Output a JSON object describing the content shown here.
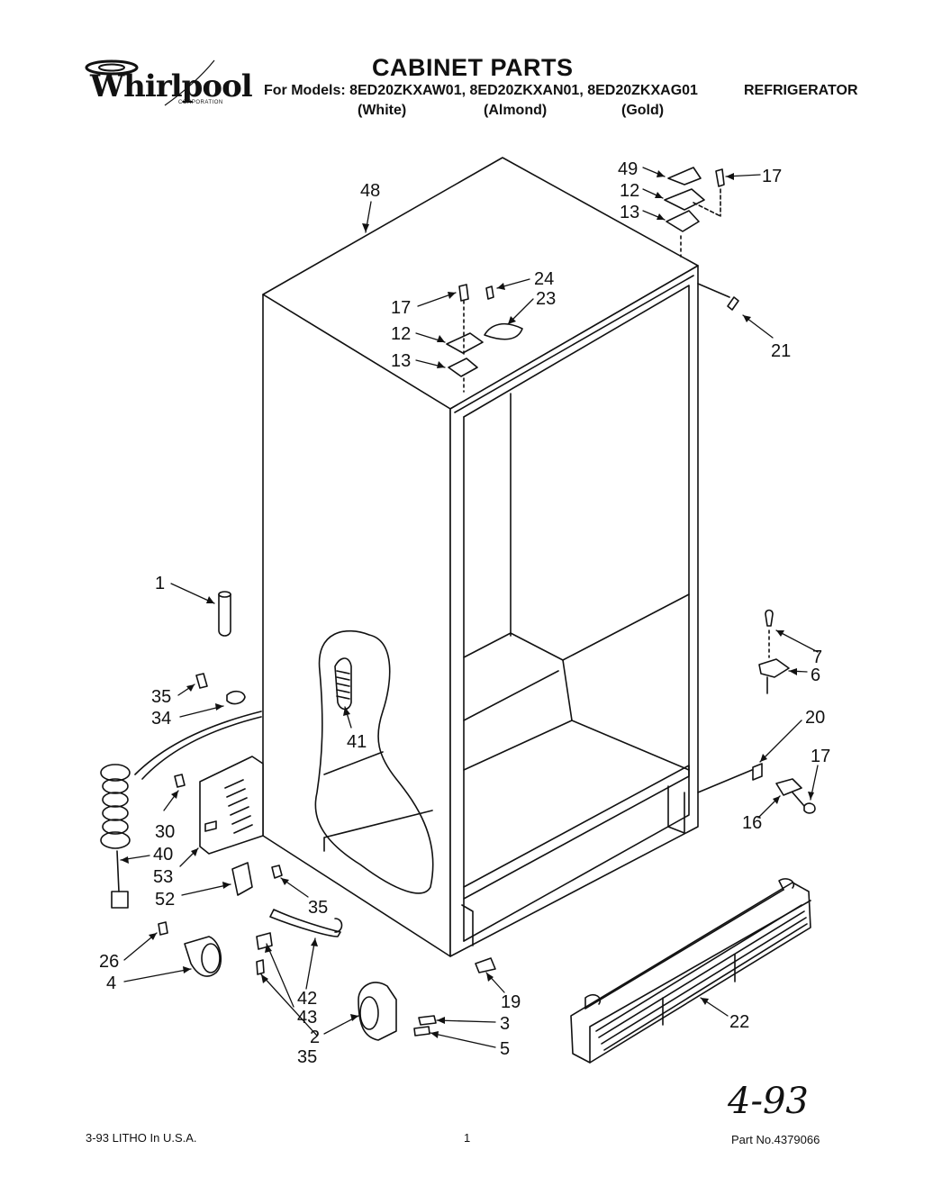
{
  "brand": {
    "name": "Whirlpool",
    "sub": "CORPORATION"
  },
  "header": {
    "title": "CABINET PARTS",
    "models_line": "For Models: 8ED20ZKXAW01, 8ED20ZKXAN01, 8ED20ZKXAG01",
    "color_white": "(White)",
    "color_almond": "(Almond)",
    "color_gold": "(Gold)",
    "category": "REFRIGERATOR"
  },
  "footer": {
    "litho": "3-93 LITHO In U.S.A.",
    "page": "1",
    "part_no": "Part No.4379066",
    "handwritten_date": "4-93"
  },
  "callouts": {
    "c48": "48",
    "c49": "49",
    "c12a": "12",
    "c13a": "13",
    "c17a": "17",
    "c24": "24",
    "c23": "23",
    "c17b": "17",
    "c12b": "12",
    "c13b": "13",
    "c21": "21",
    "c1": "1",
    "c7": "7",
    "c6": "6",
    "c20": "20",
    "c17c": "17",
    "c16": "16",
    "c35a": "35",
    "c34": "34",
    "c41": "41",
    "c30": "30",
    "c40": "40",
    "c53": "53",
    "c52": "52",
    "c35b": "35",
    "c26": "26",
    "c4": "4",
    "c42": "42",
    "c43": "43",
    "c2": "2",
    "c35c": "35",
    "c3": "3",
    "c5": "5",
    "c19": "19",
    "c22": "22"
  }
}
